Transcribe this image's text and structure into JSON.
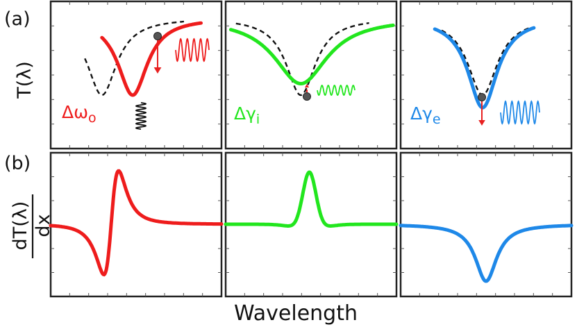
{
  "panel_labels": {
    "a": "(a)",
    "b": "(b)"
  },
  "y_labels": {
    "top": "T(λ)",
    "bottom_numerator": "dT(λ)",
    "bottom_denominator": "dx"
  },
  "x_label": "Wavelength",
  "colors": {
    "red": "#ee1c1c",
    "green": "#22e61e",
    "blue": "#1e88e8",
    "reference": "#111111",
    "arrow": "#e82020",
    "frame": "#222222"
  },
  "panels": [
    {
      "id": "omega",
      "color_key": "red",
      "symbol_main": "Δω",
      "symbol_sub": "o",
      "resonance": {
        "ref_center": 0.3,
        "ref_width": 0.105,
        "ref_depth": 0.74,
        "shifted_center": 0.48,
        "shifted_width": 0.105,
        "shifted_depth": 0.74
      },
      "derivative_shape": "antisymmetric"
    },
    {
      "id": "gamma_i",
      "color_key": "green",
      "symbol_main": "Δγ",
      "symbol_sub": "i",
      "resonance": {
        "ref_center": 0.44,
        "ref_width": 0.105,
        "ref_depth": 0.74,
        "shifted_center": 0.44,
        "shifted_width": 0.19,
        "shifted_depth": 0.63
      },
      "derivative_shape": "peak"
    },
    {
      "id": "gamma_e",
      "color_key": "blue",
      "symbol_main": "Δγ",
      "symbol_sub": "e",
      "resonance": {
        "ref_center": 0.48,
        "ref_width": 0.105,
        "ref_depth": 0.74,
        "shifted_center": 0.48,
        "shifted_width": 0.105,
        "shifted_depth": 0.86
      },
      "derivative_shape": "dip"
    }
  ]
}
